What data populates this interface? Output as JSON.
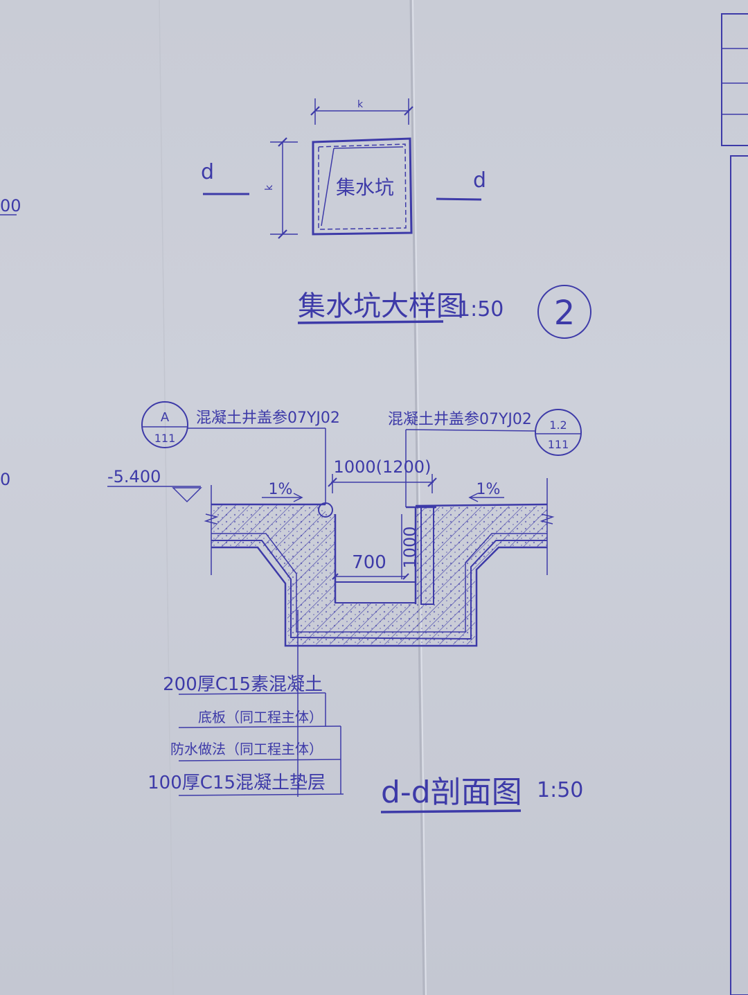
{
  "colors": {
    "ink": "#3d3aa8",
    "paper": "#cbced8"
  },
  "plan": {
    "width_dim": "k",
    "height_dim": "k",
    "pit_label": "集水坑",
    "cut_left": "d",
    "cut_right": "d"
  },
  "plan_title": {
    "text": "集水坑大样图",
    "scale": "1:50",
    "number": "2"
  },
  "section": {
    "callout_left": {
      "top": "A",
      "bottom": "111"
    },
    "callout_right": {
      "top": "1.2",
      "bottom": "111"
    },
    "note_left": "混凝土井盖参07YJ02",
    "note_right": "混凝土井盖参07YJ02",
    "elevation": "-5.400",
    "slope_left": "1%",
    "slope_right": "1%",
    "dim_top": "1000(1200)",
    "dim_width": "700",
    "dim_depth": "1000"
  },
  "layers": [
    "200厚C15素混凝土",
    "底板（同工程主体）",
    "防水做法（同工程主体）",
    "100厚C15混凝土垫层"
  ],
  "section_title": {
    "text": "d-d剖面图",
    "scale": "1:50"
  },
  "edge_marks": {
    "left_top": "00",
    "left_mid": "0"
  }
}
